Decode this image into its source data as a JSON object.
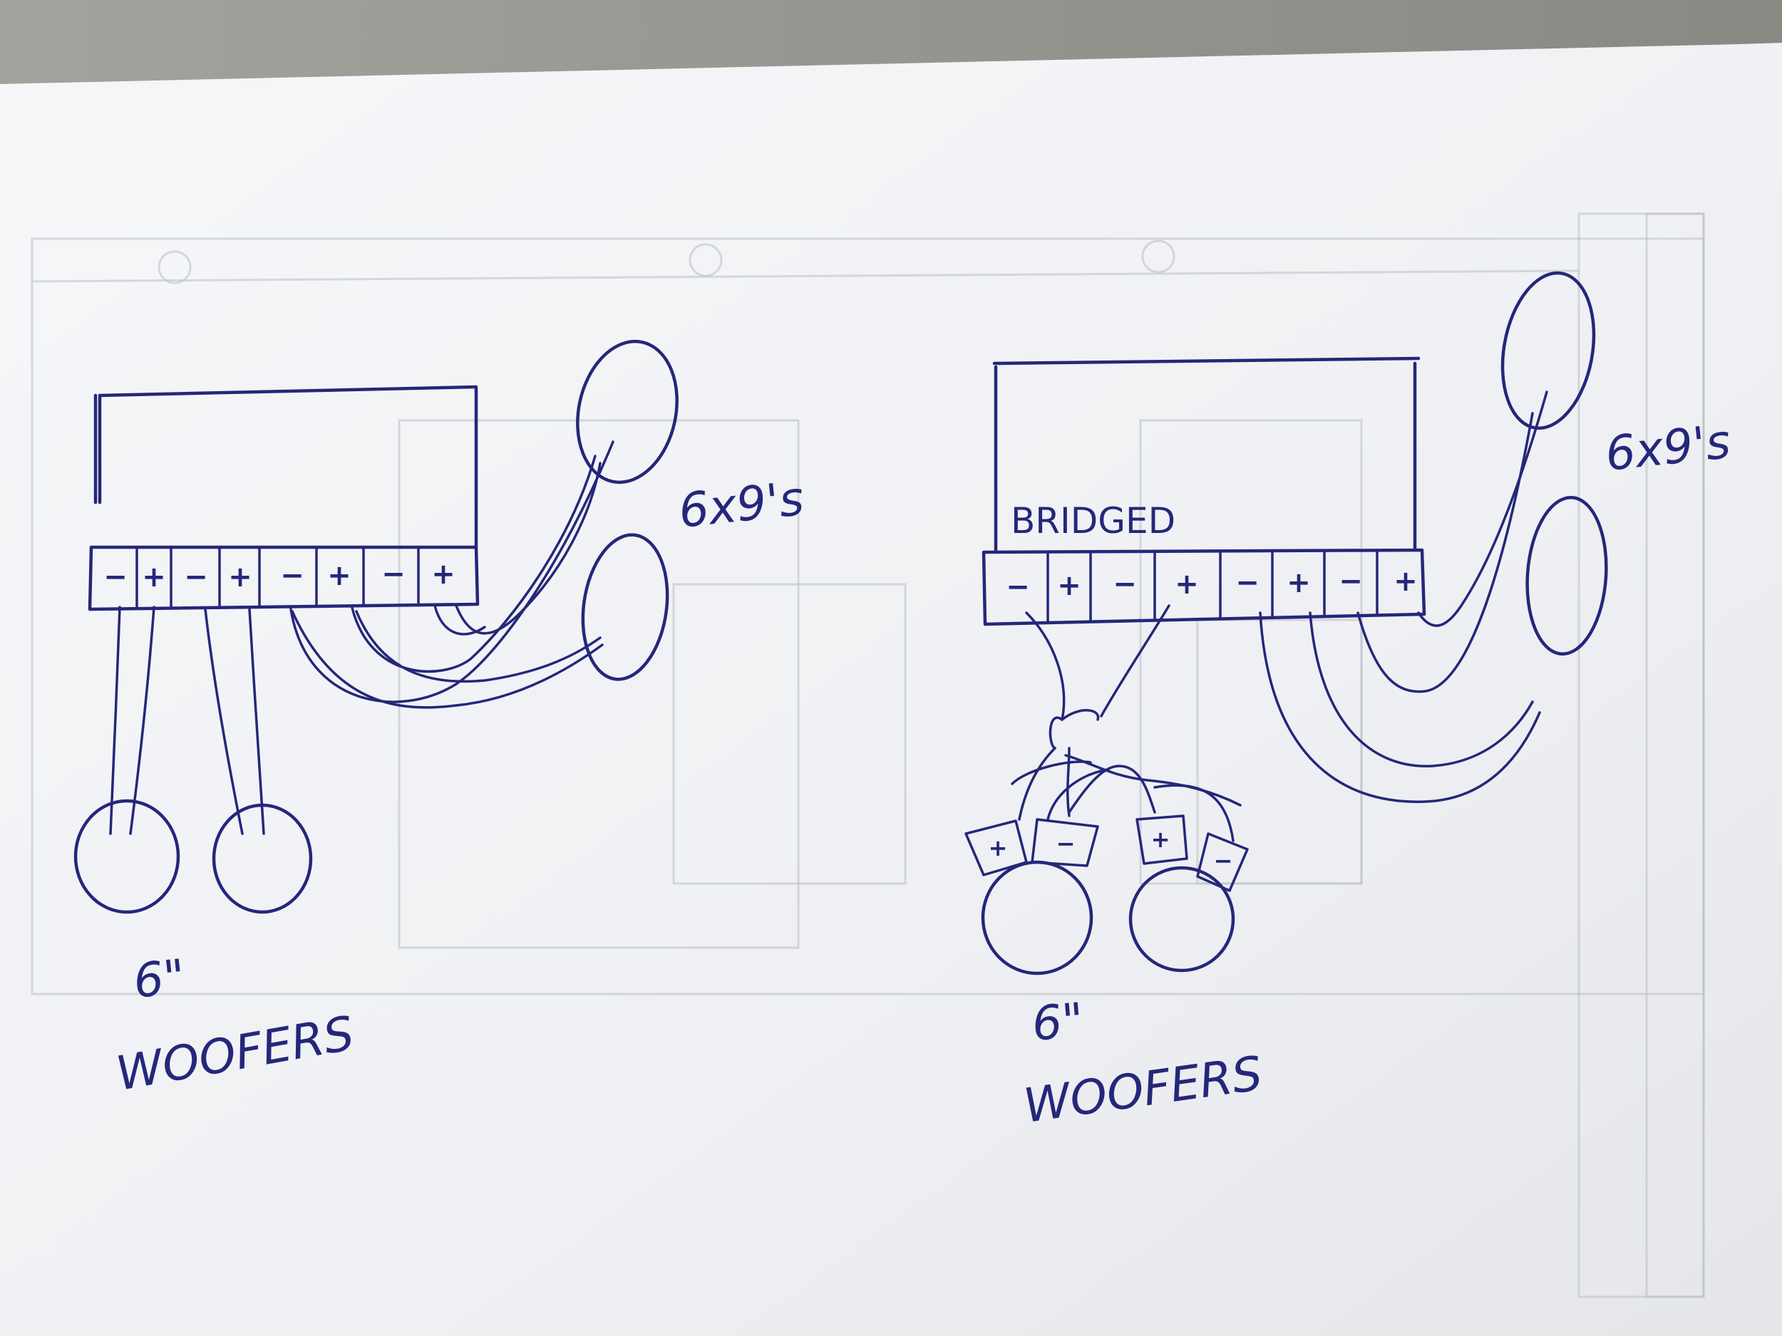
{
  "diagram_left": {
    "terminals": [
      "−",
      "+",
      "−",
      "+",
      "−",
      "+",
      "−",
      "+"
    ],
    "woofer_label_line1": "6\"",
    "woofer_label_line2": "WOOFERS",
    "speaker_label": "6x9's"
  },
  "diagram_right": {
    "mode_label": "BRIDGED",
    "terminals": [
      "−",
      "+",
      "−",
      "+",
      "−",
      "+",
      "−",
      "+"
    ],
    "woofer_terminals": [
      "+",
      "−",
      "+",
      "−"
    ],
    "woofer_label_line1": "6\"",
    "woofer_label_line2": "WOOFERS",
    "speaker_label": "6x9's"
  },
  "colors": {
    "ink": "#24277a",
    "paper": "#f4f5f7",
    "background": "#8f8d88"
  }
}
